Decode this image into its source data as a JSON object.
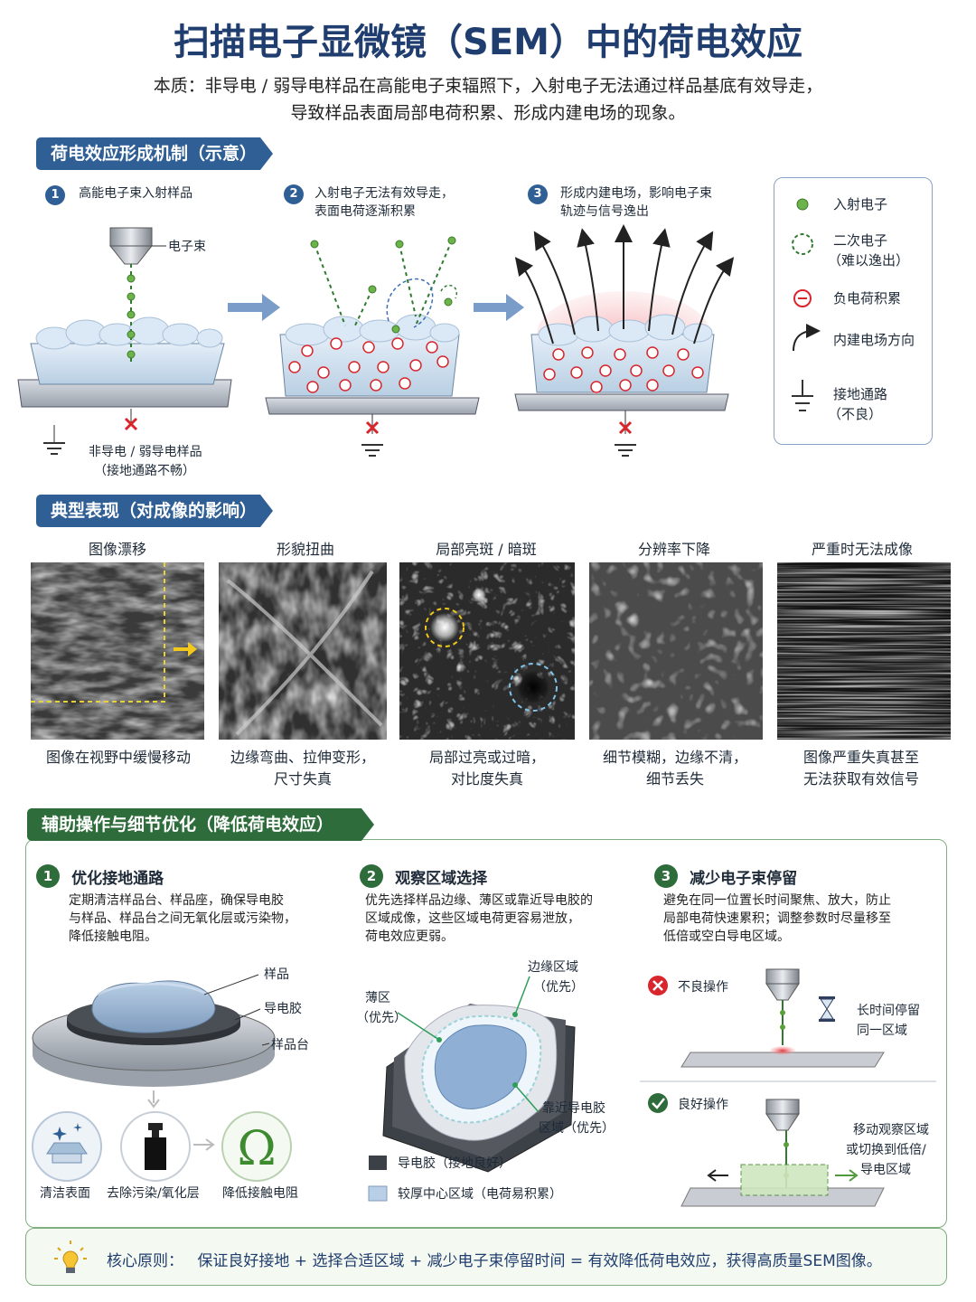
{
  "title": "扫描电子显微镜（SEM）中的荷电效应",
  "intro": {
    "line1": "本质：非导电 / 弱导电样品在高能电子束辐照下，入射电子无法通过样品基底有效导走，",
    "line2": "导致样品表面局部电荷积累、形成内建电场的现象。"
  },
  "mechanism": {
    "banner": "荷电效应形成机制（示意）",
    "steps": [
      {
        "num": "1",
        "line1": "高能电子束入射样品",
        "line2": ""
      },
      {
        "num": "2",
        "line1": "入射电子无法有效导走，",
        "line2": "表面电荷逐渐积累"
      },
      {
        "num": "3",
        "line1": "形成内建电场，影响电子束",
        "line2": "轨迹与信号逸出"
      }
    ],
    "beam_label": "电子束",
    "sample_label1": "非导电 / 弱导电样品",
    "sample_label2": "（接地通路不畅）"
  },
  "legend": {
    "items": [
      {
        "icon": "incident-electron-icon",
        "line1": "入射电子",
        "line2": ""
      },
      {
        "icon": "secondary-electron-icon",
        "line1": "二次电子",
        "line2": "（难以逸出）"
      },
      {
        "icon": "negative-charge-icon",
        "line1": "负电荷积累",
        "line2": ""
      },
      {
        "icon": "field-direction-icon",
        "line1": "内建电场方向",
        "line2": ""
      },
      {
        "icon": "ground-icon",
        "line1": "接地通路",
        "line2": "（不良）"
      }
    ]
  },
  "effects": {
    "banner": "典型表现（对成像的影响）",
    "items": [
      {
        "title": "图像漂移",
        "line1": "图像在视野中缓慢移动",
        "line2": ""
      },
      {
        "title": "形貌扭曲",
        "line1": "边缘弯曲、拉伸变形，",
        "line2": "尺寸失真"
      },
      {
        "title": "局部亮斑 / 暗斑",
        "line1": "局部过亮或过暗，",
        "line2": "对比度失真"
      },
      {
        "title": "分辨率下降",
        "line1": "细节模糊，边缘不清，",
        "line2": "细节丢失"
      },
      {
        "title": "严重时无法成像",
        "line1": "图像严重失真甚至",
        "line2": "无法获取有效信号"
      }
    ]
  },
  "ops": {
    "banner": "辅助操作与细节优化（降低荷电效应）",
    "op1": {
      "num": "1",
      "title": "优化接地通路",
      "desc1": "定期清洁样品台、样品座，确保导电胶",
      "desc2": "与样品、样品台之间无氧化层或污染物，",
      "desc3": "降低接触电阻。",
      "labels": {
        "sample": "样品",
        "tape": "导电胶",
        "stage": "样品台"
      },
      "icons": [
        "清洁表面",
        "去除污染/氧化层",
        "降低接触电阻"
      ]
    },
    "op2": {
      "num": "2",
      "title": "观察区域选择",
      "desc1": "优先选择样品边缘、薄区或靠近导电胶的",
      "desc2": "区域成像，这些区域电荷更容易泄放，",
      "desc3": "荷电效应更弱。",
      "edge1": "边缘区域",
      "edge2": "（优先）",
      "thin1": "薄区",
      "thin2": "（优先）",
      "near1": "靠近导电胶",
      "near2": "区域（优先）",
      "legend1": "导电胶（接地良好）",
      "legend2": "较厚中心区域（电荷易积累）"
    },
    "op3": {
      "num": "3",
      "title": "减少电子束停留",
      "desc1": "避免在同一位置长时间聚焦、放大，防止",
      "desc2": "局部电荷快速累积；调整参数时尽量移至",
      "desc3": "低倍或空白导电区域。",
      "bad": "不良操作",
      "bad_note1": "长时间停留",
      "bad_note2": "同一区域",
      "good": "良好操作",
      "good_note1": "移动观察区域",
      "good_note2": "或切换到低倍/",
      "good_note3": "导电区域"
    }
  },
  "core": {
    "label": "核心原则：",
    "text": "保证良好接地 + 选择合适区域 + 减少电子束停留时间 = 有效降低荷电效应，获得高质量SEM图像。"
  },
  "colors": {
    "navy": "#1f3d6e",
    "blue_banner": "#2f5f95",
    "green_banner": "#2e6c3b",
    "electron": "#5a9e3a",
    "charge": "#d9262c"
  }
}
